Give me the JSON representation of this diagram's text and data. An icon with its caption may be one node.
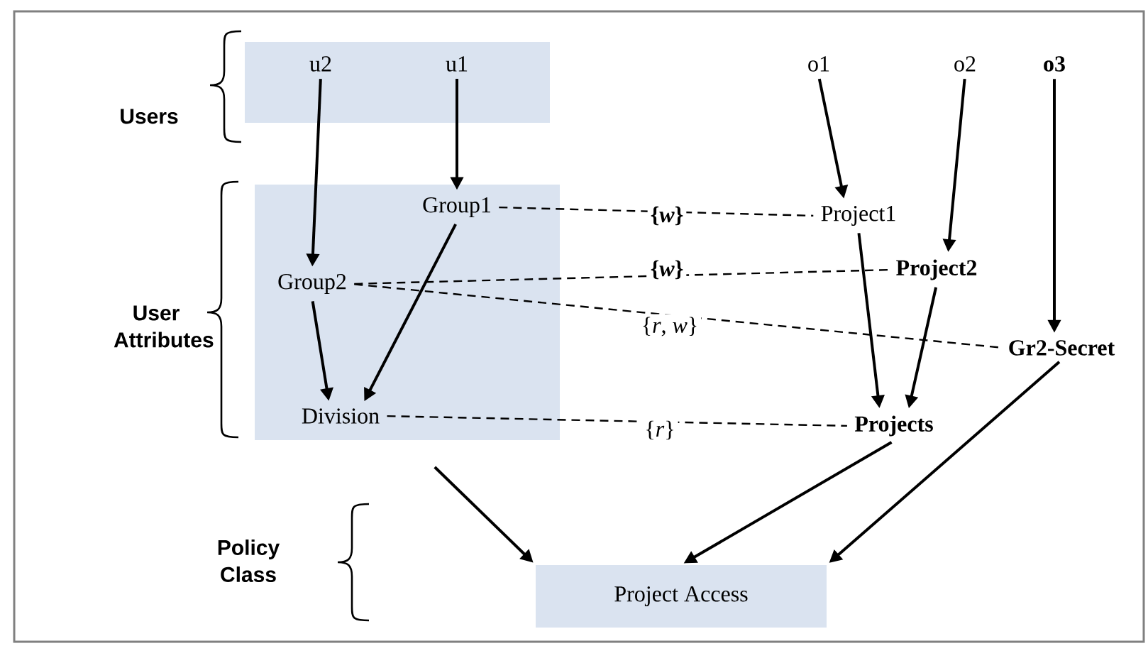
{
  "diagram": {
    "nodes": [
      {
        "text": [],
        "shape": "box"
      },
      {
        "text": [
          "u2"
        ],
        "in": 0
      },
      {
        "text": [
          "u1"
        ],
        "in": 0
      },
      {
        "text": [
          "o1"
        ]
      },
      {
        "text": [
          "o2"
        ]
      },
      {
        "text": [
          "o3"
        ]
      },
      {
        "text": [],
        "shape": "box"
      },
      {
        "text": [
          "Group1"
        ],
        "in": 6
      },
      {
        "text": [
          "Group2"
        ],
        "in": 6
      },
      {
        "text": [
          "Division"
        ],
        "in": 6
      },
      {
        "text": [
          "Project1"
        ]
      },
      {
        "text": [
          "Project2"
        ]
      },
      {
        "text": [
          "Gr2-Secret"
        ]
      },
      {
        "text": [
          "Projects"
        ]
      },
      {
        "text": [
          "Project Access"
        ]
      }
    ],
    "edges": [
      {
        "from": 1,
        "to": 8,
        "arrow": "to"
      },
      {
        "from": 2,
        "to": 7,
        "arrow": "to"
      },
      {
        "from": 8,
        "to": 9,
        "arrow": "to"
      },
      {
        "from": 7,
        "to": 9,
        "arrow": "to"
      },
      {
        "from": 3,
        "to": 10,
        "arrow": "to"
      },
      {
        "from": 4,
        "to": 11,
        "arrow": "to"
      },
      {
        "from": 5,
        "to": 12,
        "arrow": "to"
      },
      {
        "from": 10,
        "to": 13,
        "arrow": "to"
      },
      {
        "from": 11,
        "to": 13,
        "arrow": "to"
      },
      {
        "from": 6,
        "to": 14,
        "arrow": "to"
      },
      {
        "from": 13,
        "to": 14,
        "arrow": "to"
      },
      {
        "from": 12,
        "to": 14,
        "arrow": "to"
      },
      {
        "from": 7,
        "to": 10,
        "arrow": "none",
        "style": "dashed",
        "label": "{*w*}"
      },
      {
        "from": 8,
        "to": 11,
        "arrow": "none",
        "style": "dashed",
        "label": "{*w*}"
      },
      {
        "from": 8,
        "to": 12,
        "arrow": "none",
        "style": "dashed",
        "label": "{*r*, *w*}"
      },
      {
        "from": 9,
        "to": 13,
        "arrow": "none",
        "style": "dashed",
        "label": "{*r*}"
      }
    ],
    "labels": [
      "Users",
      "User Attributes",
      "Policy Class"
    ]
  }
}
